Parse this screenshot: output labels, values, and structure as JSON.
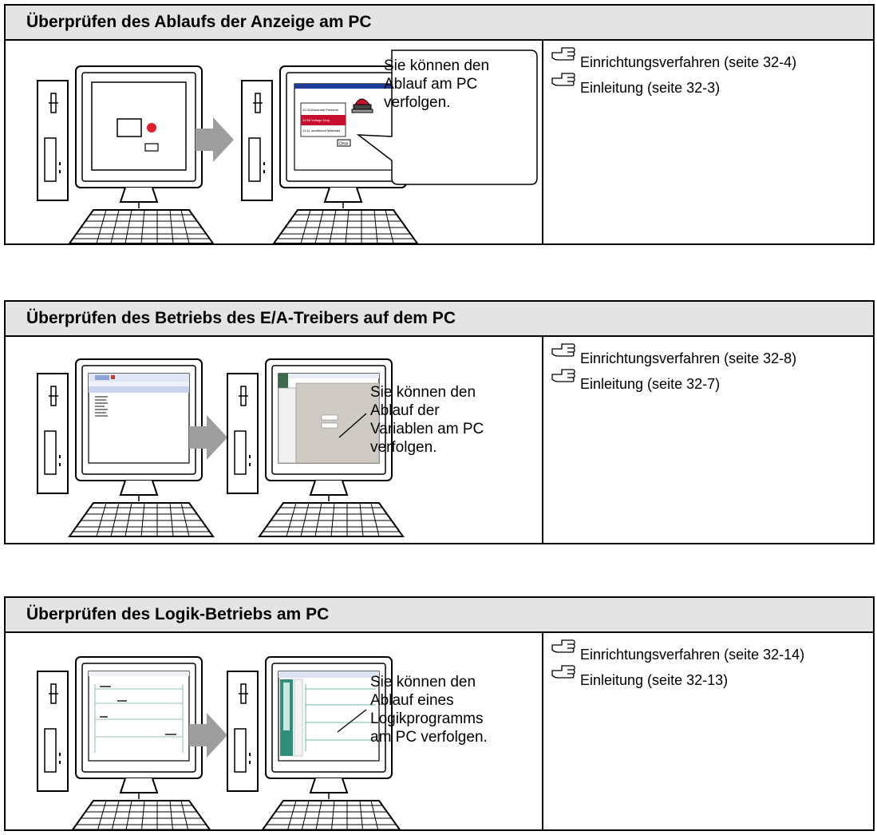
{
  "sections": [
    {
      "title": "Überprüfen des Ablaufs der Anzeige am PC",
      "caption": [
        "Sie können den",
        "Ablauf am PC",
        "verfolgen."
      ],
      "links": [
        {
          "label": "Einrichtungsverfahren (seite 32-4)",
          "icon": "pointing-hand-icon"
        },
        {
          "label": "Einleitung (seite 32-3)",
          "icon": "pointing-hand-icon"
        }
      ],
      "screen_labels": [
        "12:34 Abnormal Pressure",
        "12:56 Voltage Drop",
        "13:11 Insufficient Materials",
        "Clear"
      ]
    },
    {
      "title": "Überprüfen des Betriebs des E/A-Treibers auf dem PC",
      "caption": [
        "Sie können den",
        "Ablauf der",
        "Variablen am PC",
        "verfolgen."
      ],
      "links": [
        {
          "label": "Einrichtungsverfahren (seite 32-8)",
          "icon": "pointing-hand-icon"
        },
        {
          "label": "Einleitung (seite 32-7)",
          "icon": "pointing-hand-icon"
        }
      ]
    },
    {
      "title": "Überprüfen des Logik-Betriebs am PC",
      "caption": [
        "Sie können den",
        "Ablauf eines",
        "Logikprogramms",
        "am PC verfolgen."
      ],
      "links": [
        {
          "label": "Einrichtungsverfahren (seite 32-14)",
          "icon": "pointing-hand-icon"
        },
        {
          "label": "Einleitung (seite 32-13)",
          "icon": "pointing-hand-icon"
        }
      ]
    }
  ],
  "colors": {
    "header_bg": "#e4e4e4",
    "alarm_red": "#c8102e",
    "window_blue": "#1c3d9a",
    "arrow_gray": "#9e9e9e"
  }
}
